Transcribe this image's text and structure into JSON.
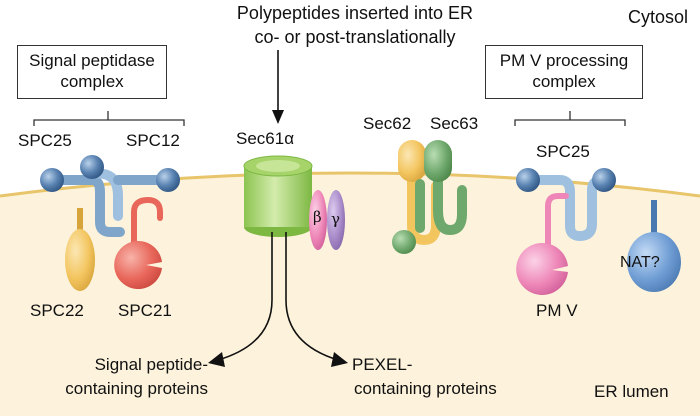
{
  "top_text": {
    "line1": "Polypeptides inserted into ER",
    "line2": "co- or post-translationally"
  },
  "cytosol_label": "Cytosol",
  "er_lumen_label": "ER lumen",
  "signal_peptidase_box": {
    "line1": "Signal peptidase",
    "line2": "complex"
  },
  "pmv_box": {
    "line1": "PM V processing",
    "line2": "complex"
  },
  "proteins": {
    "spc25_left": "SPC25",
    "spc12": "SPC12",
    "spc22": "SPC22",
    "spc21": "SPC21",
    "sec61": "Sec61α",
    "beta": "β",
    "gamma": "γ",
    "sec62": "Sec62",
    "sec63": "Sec63",
    "spc25_right": "SPC25",
    "pmv": "PM V",
    "nat": "NAT?"
  },
  "outputs": {
    "signal_line1": "Signal peptide-",
    "signal_line2": "containing proteins",
    "pexel_line1": "PEXEL-",
    "pexel_line2": "containing proteins"
  },
  "colors": {
    "membrane": "#fdf3dc",
    "membrane_edge": "#e8c56a",
    "blue_sphere": "#5b84b3",
    "sec61_green": "#9fcf63",
    "pink": "#ee87b8",
    "purple": "#a98bc9",
    "yellow": "#f3c55f",
    "red": "#e8665a",
    "green": "#6fa86c",
    "nat_blue": "#6f9dd4"
  }
}
